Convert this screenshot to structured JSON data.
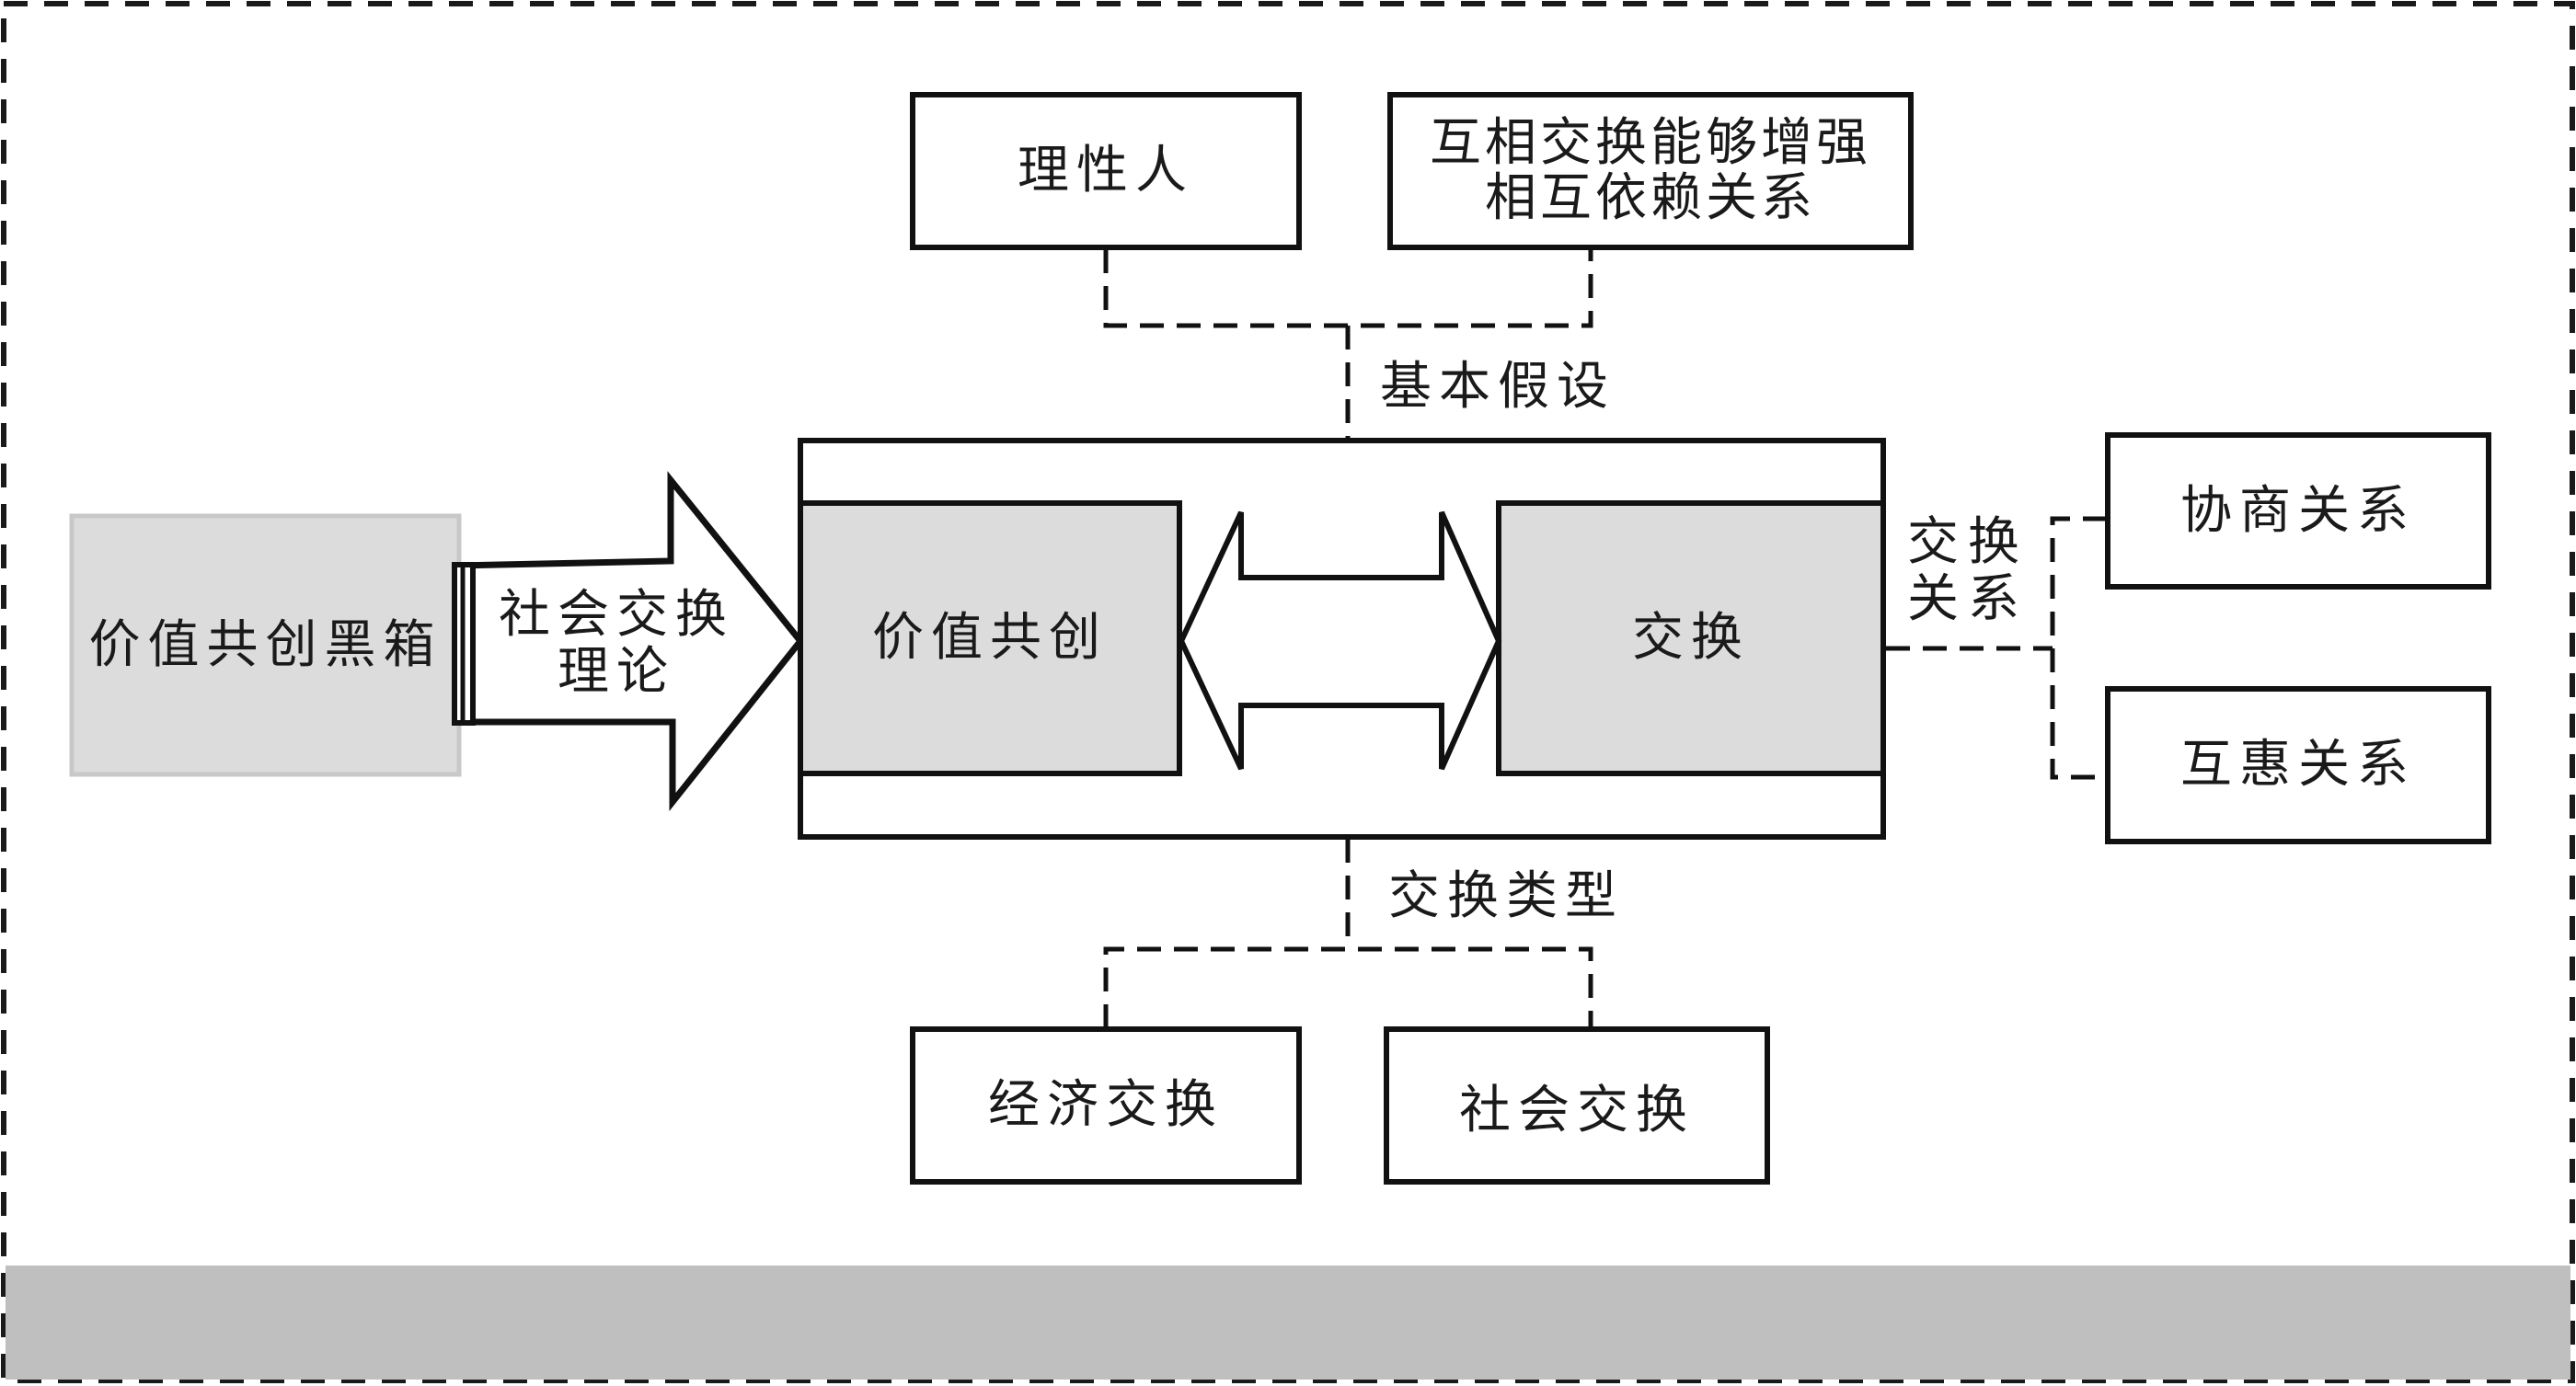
{
  "diagram": {
    "black_box": {
      "label": "价值共创黑箱"
    },
    "theory_arrow": {
      "label_line1": "社会交换",
      "label_line2": "理论"
    },
    "core": {
      "left": {
        "label": "价值共创"
      },
      "right": {
        "label": "交换"
      }
    },
    "assumptions": {
      "label": "基本假设",
      "items": [
        {
          "label": "理性人"
        },
        {
          "label_line1": "互相交换能够增强",
          "label_line2": "相互依赖关系"
        }
      ]
    },
    "exchange_types": {
      "label": "交换类型",
      "items": [
        {
          "label": "经济交换"
        },
        {
          "label": "社会交换"
        }
      ]
    },
    "exchange_relations": {
      "label_line1": "交换",
      "label_line2": "关系",
      "items": [
        {
          "label": "协商关系"
        },
        {
          "label": "互惠关系"
        }
      ]
    }
  },
  "colors": {
    "stroke": "#111111",
    "gray_fill": "#dcdcdc",
    "black_box_fill": "#dcdcdc",
    "black_box_border": "#c8c8c8",
    "footer_band": "#bfbfbf"
  }
}
